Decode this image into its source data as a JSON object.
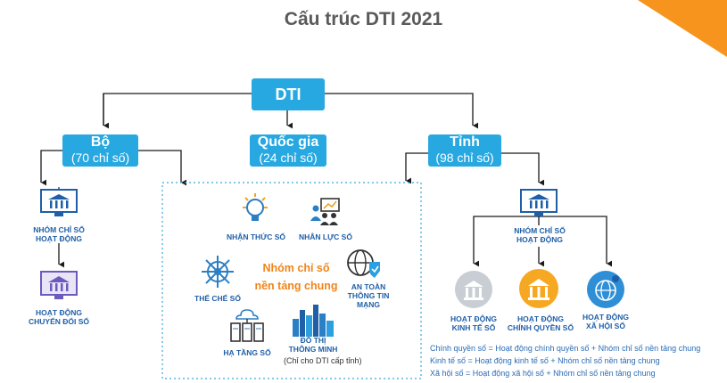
{
  "title": "Cấu trúc DTI 2021",
  "root": {
    "label": "DTI"
  },
  "branches": [
    {
      "name": "Bộ",
      "count": "(70 chỉ số)"
    },
    {
      "name": "Quốc gia",
      "count": "(24 chỉ số)"
    },
    {
      "name": "Tỉnh",
      "count": "(98 chỉ số)"
    }
  ],
  "bo_items": [
    "NHÓM CHỈ SỐ\nHOẠT ĐỘNG",
    "HOẠT ĐỘNG\nCHUYỂN ĐỔI SỐ"
  ],
  "center": {
    "heading": "Nhóm chỉ số\nnền tảng chung",
    "items": [
      "NHẬN THỨC SỐ",
      "NHÂN LỰC SỐ",
      "THỂ CHẾ SỐ",
      "AN TOÀN\nTHÔNG TIN MẠNG",
      "HẠ TẦNG SỐ",
      "ĐÔ THỊ\nTHÔNG MINH"
    ],
    "note": "(Chỉ cho DTI cấp tỉnh)"
  },
  "tinh": {
    "group": "NHÓM CHỈ SỐ\nHOẠT ĐỘNG",
    "items": [
      "HOẠT ĐỘNG\nKINH TẾ SỐ",
      "HOẠT ĐỘNG\nCHÍNH QUYỀN SỐ",
      "HOẠT ĐỘNG\nXÃ HỘI SỐ"
    ],
    "formulas": [
      "Chính quyền số = Hoạt động chính quyền số + Nhóm chỉ số nền tảng chung",
      "Kinh tế số = Hoạt động kinh tế số + Nhóm chỉ số nền tảng chung",
      "Xã hội số = Hoạt động xã hội số + Nhóm chỉ số nền tảng chung"
    ]
  },
  "colors": {
    "box": "#27a8e0",
    "label": "#1f5fa8",
    "accent": "#f0851a",
    "line": "#1a1a1a"
  }
}
